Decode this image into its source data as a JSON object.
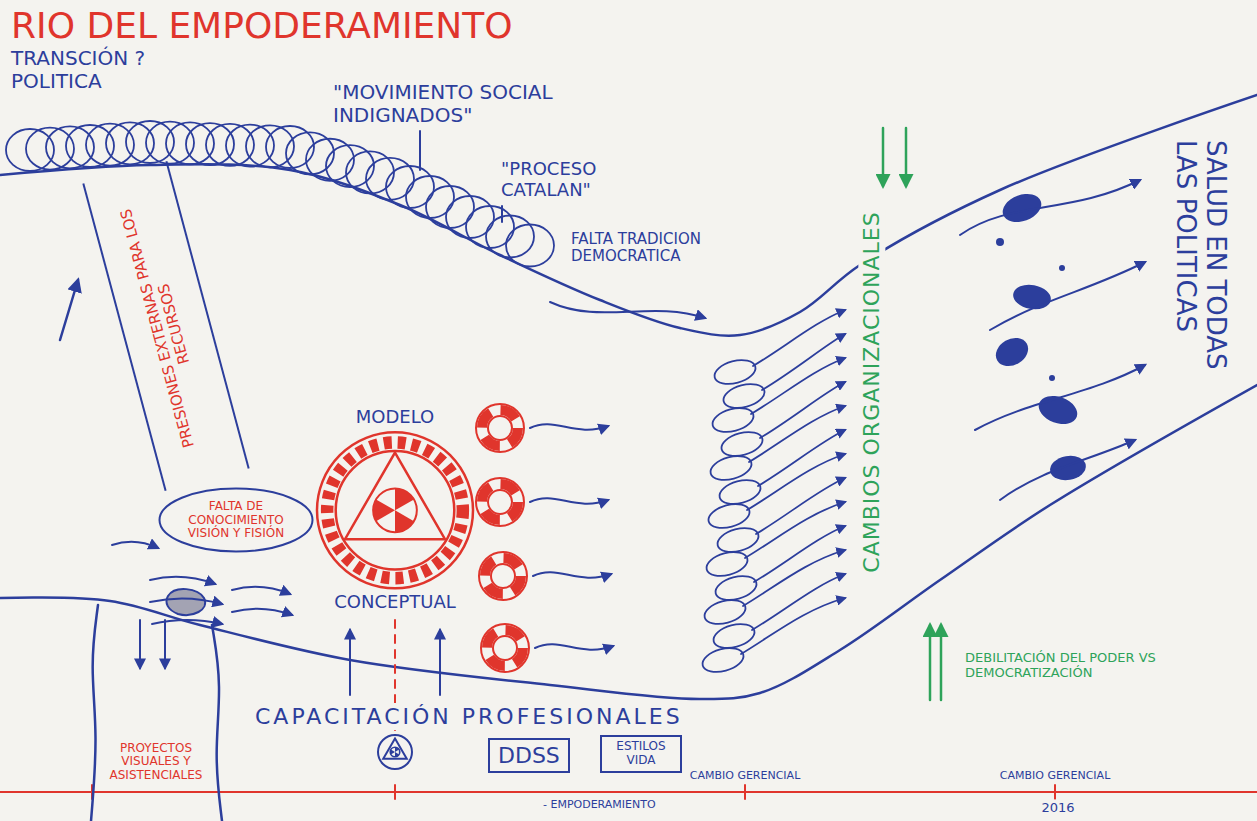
{
  "diagram": {
    "title": "RIO DEL EMPODERAMIENTO",
    "nodes": [
      {
        "text": [
          "PRESIONES EXTERNAS PARA LOS RECURSOS"
        ]
      },
      {
        "text": [
          "FALTA DE CONOCIMIENTO VISIÓN Y FISIÓN"
        ]
      },
      {
        "text": [
          "MODELO",
          "CONCEPTUAL"
        ]
      },
      {
        "text": [
          "PROYECTOS VISUALES Y ASISTENCIALES"
        ]
      },
      {
        "text": [
          "DDSS"
        ]
      },
      {
        "text": [
          "ESTILOS VIDA"
        ]
      }
    ],
    "labels": [
      "TRANSCIÓN ? POLITICA",
      "\"MOVIMIENTO SOCIAL INDIGNADOS\"",
      "\"PROCESO CATALAN\"",
      "FALTA TRADICION DEMOCRATICA",
      "CAPACITACIÓN PROFESIONALES",
      "CAMBIOS ORGANIZACIONALES",
      "SALUD EN TODAS LAS POLITICAS",
      "DEBILITACIÓN DEL PODER VS DEMOCRATIZACIÓN",
      "CAMBIO GERENCIAL",
      "CAMBIO GERENCIAL",
      "- EMPODERAMIENTO",
      "2016"
    ]
  }
}
